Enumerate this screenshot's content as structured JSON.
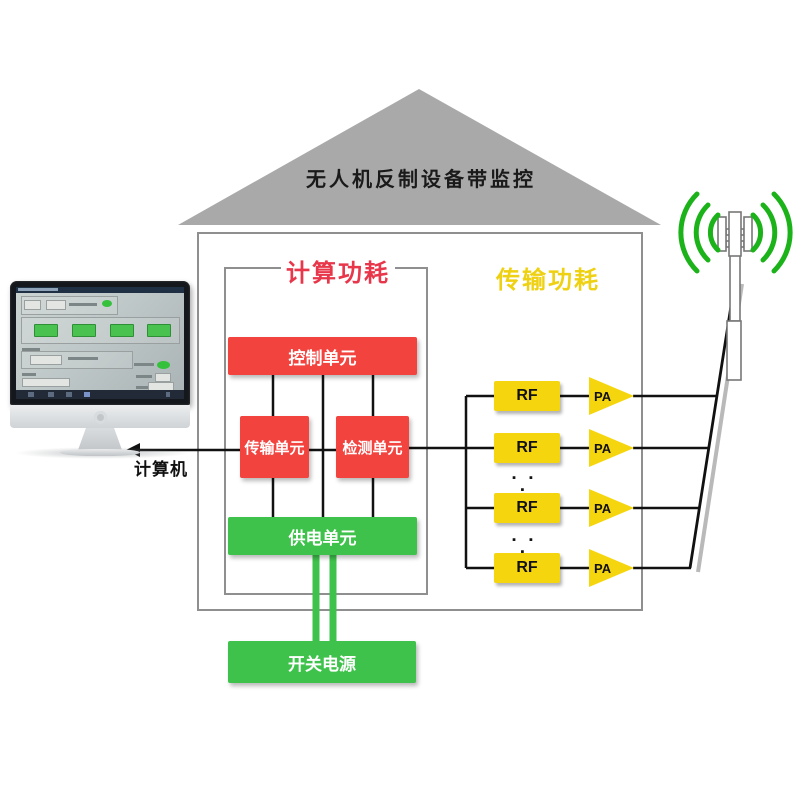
{
  "roof": {
    "label": "无人机反制设备带监控"
  },
  "sections": {
    "computing": {
      "label": "计算功耗",
      "color": "#e8364a"
    },
    "transmission": {
      "label": "传输功耗",
      "color": "#efd113"
    }
  },
  "units": {
    "control": {
      "label": "控制单元",
      "color": "#f2433f"
    },
    "transfer": {
      "label": "传输单元",
      "color": "#f2433f"
    },
    "detect": {
      "label": "检测单元",
      "color": "#f2433f"
    },
    "power": {
      "label": "供电单元",
      "color": "#3ec24b"
    },
    "switch_psu": {
      "label": "开关电源",
      "color": "#3ec24b"
    }
  },
  "rf_chain": {
    "rf_label": "RF",
    "pa_label": "PA",
    "row_count": 4,
    "ellipsis": "▪ ▪ ▪",
    "rf_color": "#f5d60e"
  },
  "computer": {
    "label": "计算机"
  },
  "colors": {
    "roof_gray": "#a9a9a9",
    "frame_gray": "#8f8f8f",
    "line_black": "#111111",
    "wifi_green": "#1cb21a",
    "power_line_green": "#3ec24b"
  }
}
